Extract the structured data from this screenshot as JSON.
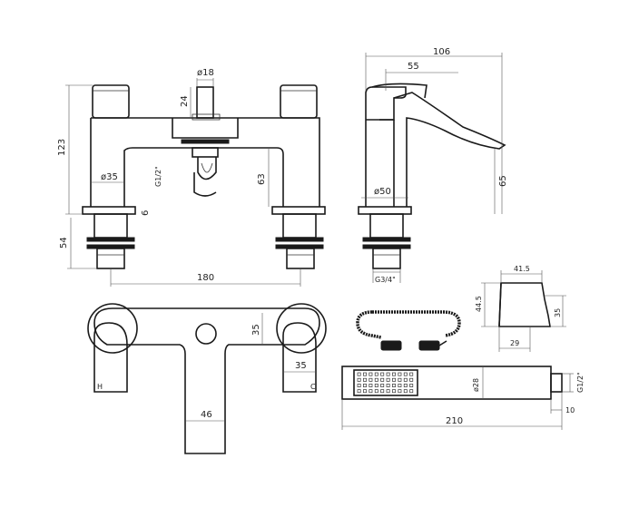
{
  "dimensions": {
    "front": {
      "nozzle_dia": "ø18",
      "nozzle_h": "24",
      "height": "123",
      "pillar_dia": "ø35",
      "thread": "G1/2\"",
      "spout_h": "63",
      "washer_t": "6",
      "tail_h": "54",
      "centres": "180"
    },
    "side": {
      "overall": "106",
      "reach": "55",
      "spout_height": "65",
      "base_dia": "ø50",
      "thread": "G3/4\""
    },
    "holder": {
      "width": "41.5",
      "height_left": "44.5",
      "height_right": "35",
      "base": "29"
    },
    "top": {
      "offset": "35",
      "handle": "35",
      "spout_w": "46",
      "hot": "H",
      "cold": "C"
    },
    "handset": {
      "dia": "ø28",
      "thread": "G1/2\"",
      "end": "10",
      "length": "210"
    }
  }
}
